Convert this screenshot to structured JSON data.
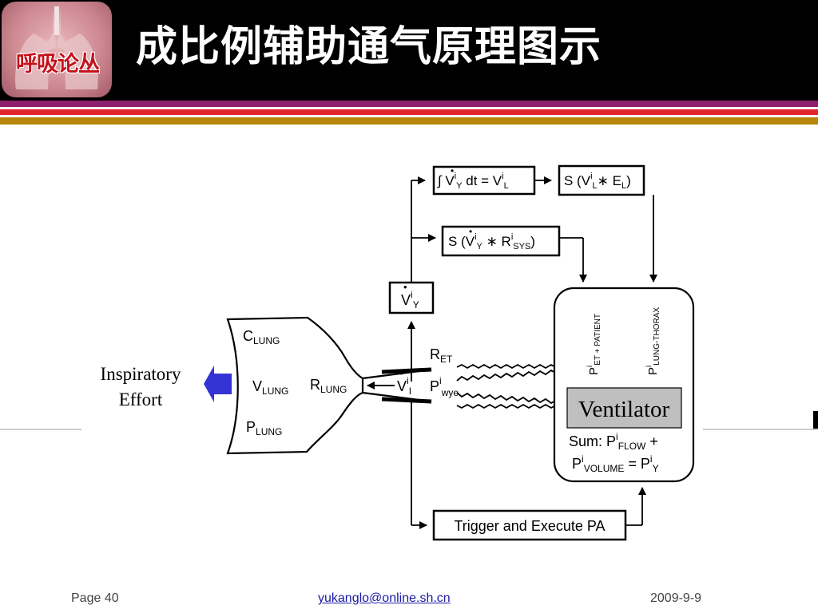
{
  "slide": {
    "logo_text": "呼吸论丛",
    "title": "成比例辅助通气原理图示"
  },
  "diagram": {
    "integral_block": "∫ V̇ⁱY dt = VⁱL",
    "elastic_block": "S (VⁱL∗ EL)",
    "resistive_block": "S (V̇ⁱY ∗ RⁱSYS)",
    "flow_block": "V̇ⁱY",
    "trigger_block": "Trigger and Execute PA",
    "lung": {
      "compliance": "CLUNG",
      "volume": "VLUNG",
      "pressure": "PLUNG",
      "resistance": "RLUNG"
    },
    "inspiratory_effort": [
      "Inspiratory",
      "Effort"
    ],
    "airway": {
      "flow": "V̇ⁱI",
      "wye_pressure": "Pⁱwye",
      "et_resistance": "RET"
    },
    "ventilator": {
      "label": "Ventilator",
      "p_et_patient": "PⁱET + PATIENT",
      "p_lung_thorax": "PⁱLUNG-THORAX",
      "sum_line1": "Sum: PⁱFLOW +",
      "sum_line2": "PⁱVOLUME = PⁱY"
    }
  },
  "footer": {
    "page": "Page 40",
    "email": "yukanglo@online.sh.cn",
    "date": "2009-9-9"
  },
  "colors": {
    "header_bg": "#000000",
    "stripe_purple": "#8e1f6e",
    "stripe_red": "#e0262c",
    "stripe_gold": "#b8860b",
    "effort_arrow": "#3434d4",
    "ventilator_box": "#c0c0c0"
  }
}
